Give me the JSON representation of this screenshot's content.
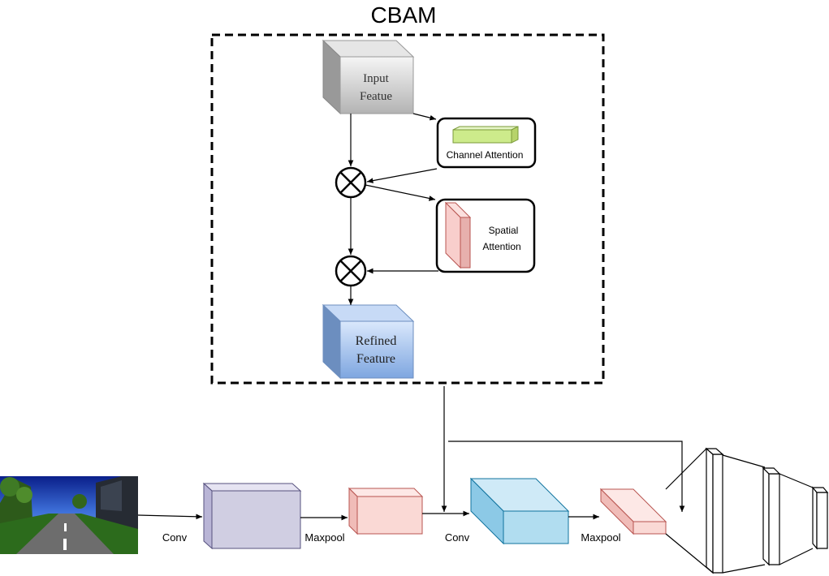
{
  "title": "CBAM",
  "nodes": {
    "input_feature": {
      "line1": "Input",
      "line2": "Featue"
    },
    "channel_attention": "Channel Attention",
    "spatial_attention": {
      "line1": "Spatial",
      "line2": "Attention"
    },
    "refined_feature": {
      "line1": "Refined",
      "line2": "Feature"
    }
  },
  "pipeline": {
    "conv_1": "Conv",
    "maxpool_1": "Maxpool",
    "conv_2": "Conv",
    "maxpool_2": "Maxpool"
  },
  "colors": {
    "input_feature": "#c8c8c8",
    "channel_attention": "#cdeb8b",
    "spatial_attention": "#f8cecc",
    "refined_feature": "#7ea6e0",
    "conv_block_1": "#d0cee2",
    "maxpool_block": "#fad9d5",
    "conv_block_2": "#b1ddf0",
    "conv_block_2_border": "#10739e",
    "maxpool_border": "#b85450"
  }
}
